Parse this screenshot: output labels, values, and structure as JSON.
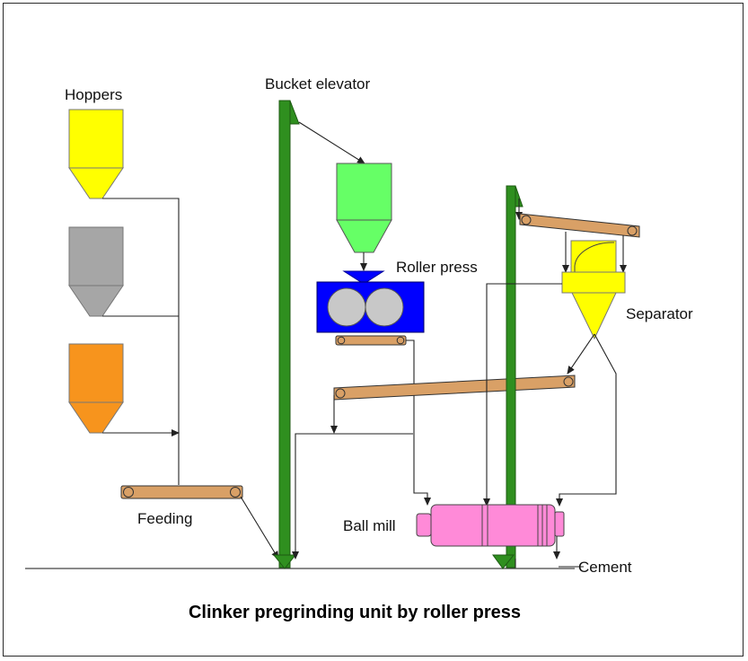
{
  "labels": {
    "hoppers": "Hoppers",
    "bucket_elevator": "Bucket elevator",
    "roller_press": "Roller press",
    "separator": "Separator",
    "feeding": "Feeding",
    "ball_mill": "Ball mill",
    "cement": "Cement"
  },
  "title": "Clinker pregrinding unit by roller press",
  "colors": {
    "hopper_yellow": "#ffff00",
    "hopper_gray": "#a6a6a6",
    "hopper_orange": "#f7941d",
    "roller_hopper_green": "#66ff66",
    "elevator_green": "#2f8f1f",
    "roller_press_blue": "#0000ff",
    "roller_gray": "#c8c8c8",
    "conveyor_brown": "#d9a066",
    "ball_mill_pink": "#ff8ad8",
    "separator_yellow": "#ffff00"
  }
}
